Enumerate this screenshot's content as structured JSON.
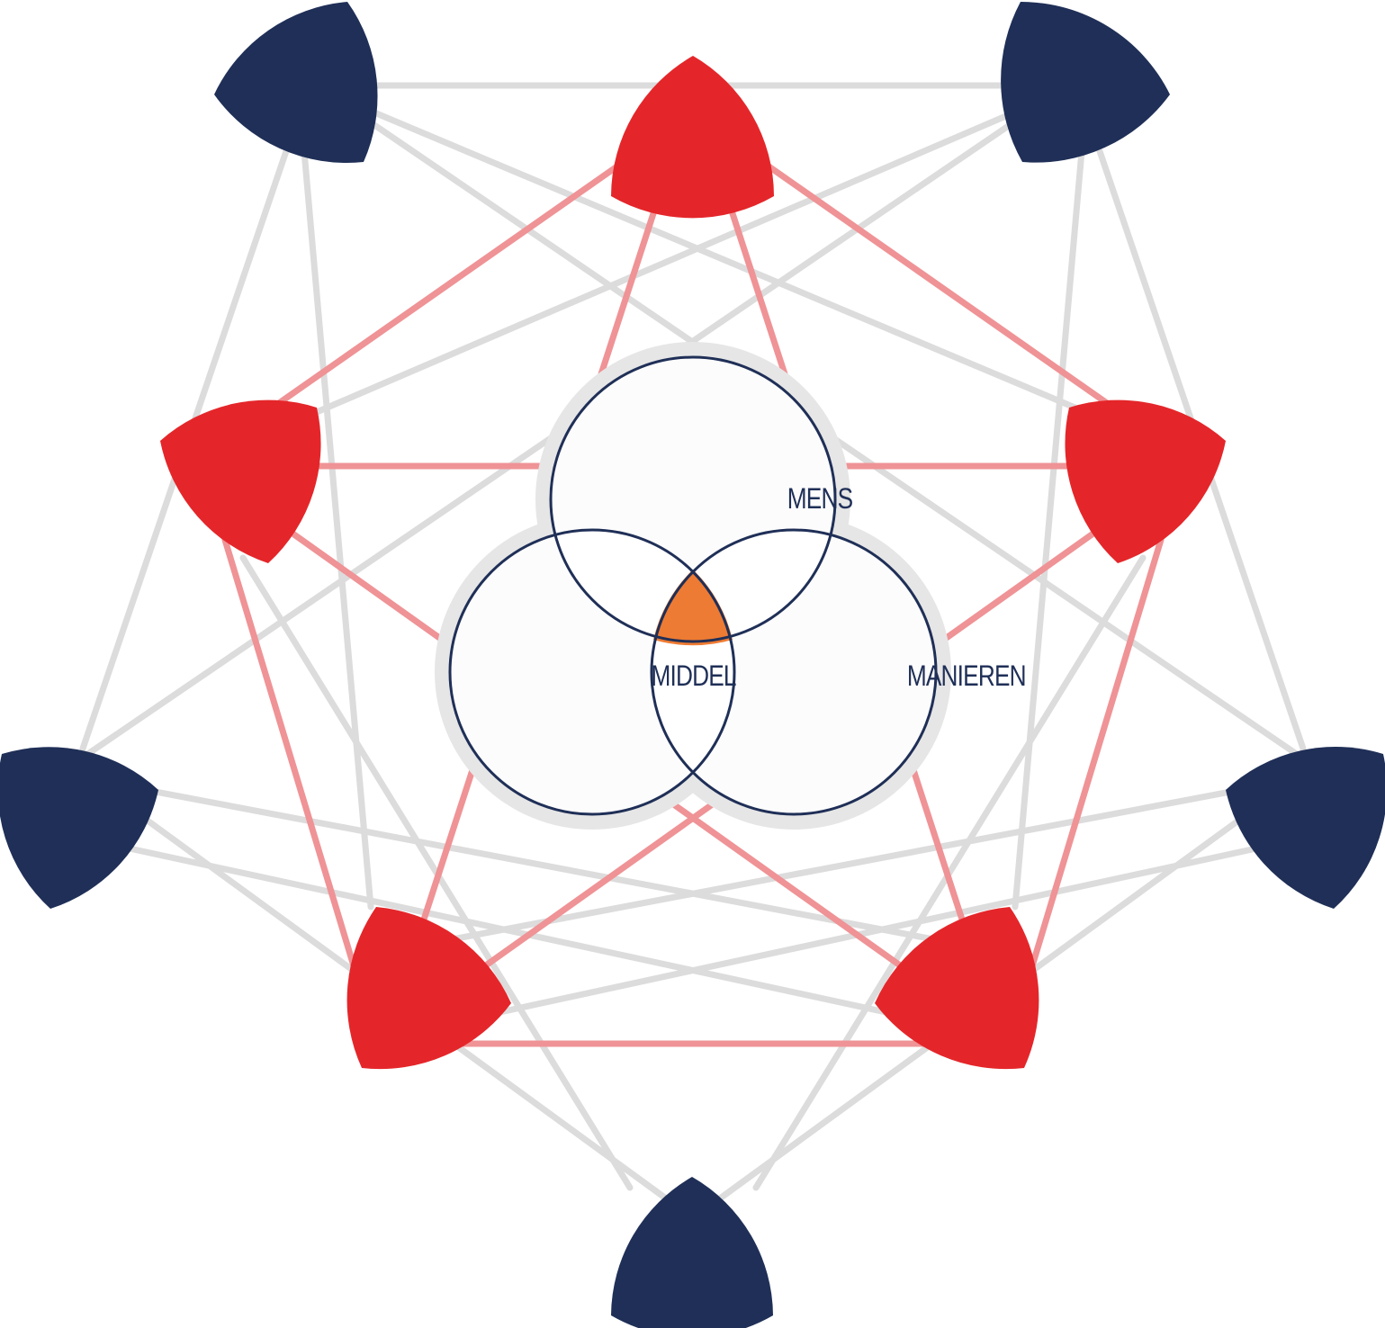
{
  "colors": {
    "background": "#ffffff",
    "navy": "#1f2f57",
    "red": "#e4262a",
    "orange": "#ee7b33",
    "grey_line": "#dcdcdc",
    "pink_line": "#ef9396",
    "venn_shadow": "#e6e6e6",
    "venn_outline": "#1f2f57"
  },
  "venn": {
    "top_label": "MENS",
    "left_label": "MIDDEL",
    "right_label": "MANIEREN"
  },
  "network": {
    "navy_nodes": 5,
    "red_nodes": 5,
    "shape": "reuleaux-triangle"
  }
}
